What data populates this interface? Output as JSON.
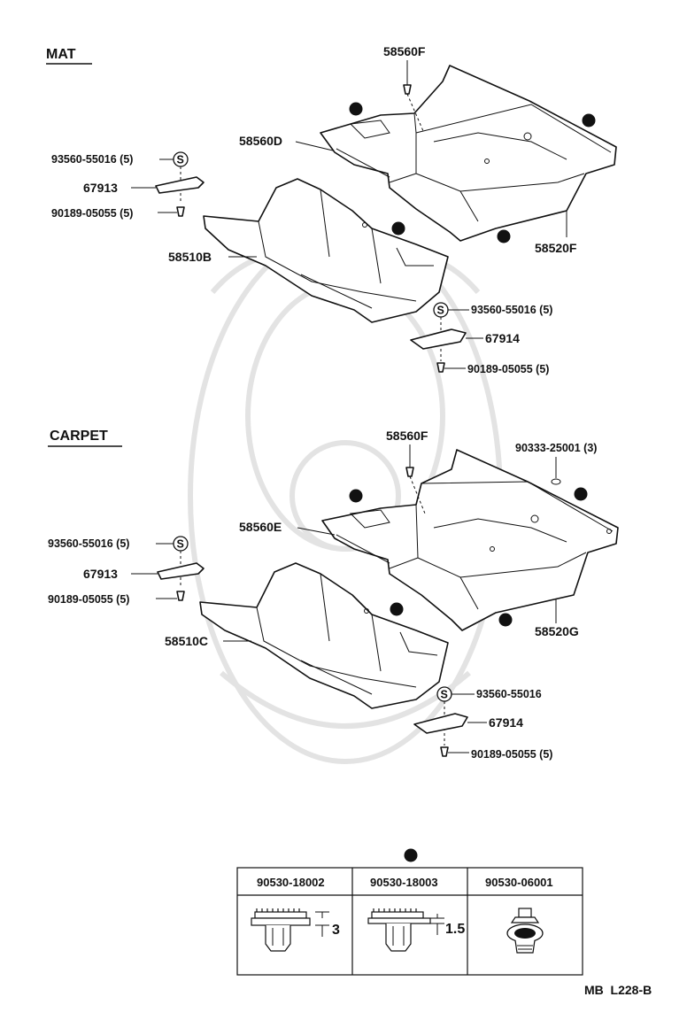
{
  "sections": {
    "mat": "MAT",
    "carpet": "CARPET"
  },
  "mat_labels": {
    "p58560F": "58560F",
    "p58560D": "58560D",
    "p93560_l": "93560-55016 (5)",
    "p67913": "67913",
    "p90189_l": "90189-05055 (5)",
    "p58510B": "58510B",
    "p58520F": "58520F",
    "p93560_r": "93560-55016 (5)",
    "p67914": "67914",
    "p90189_r": "90189-05055 (5)"
  },
  "carpet_labels": {
    "p58560F": "58560F",
    "p90333": "90333-25001 (3)",
    "p58560E": "58560E",
    "p93560_l": "93560-55016 (5)",
    "p67913": "67913",
    "p90189_l": "90189-05055 (5)",
    "p58510C": "58510C",
    "p58520G": "58520G",
    "p93560_r": "93560-55016",
    "p67914": "67914",
    "p90189_r": "90189-05055 (5)"
  },
  "symbols": {
    "s_mark": "S"
  },
  "fastener_table": {
    "headers": [
      "90530-18002",
      "90530-18003",
      "90530-06001"
    ],
    "dims": [
      "3",
      "1.5"
    ]
  },
  "footer_code": "MB  L228-B"
}
